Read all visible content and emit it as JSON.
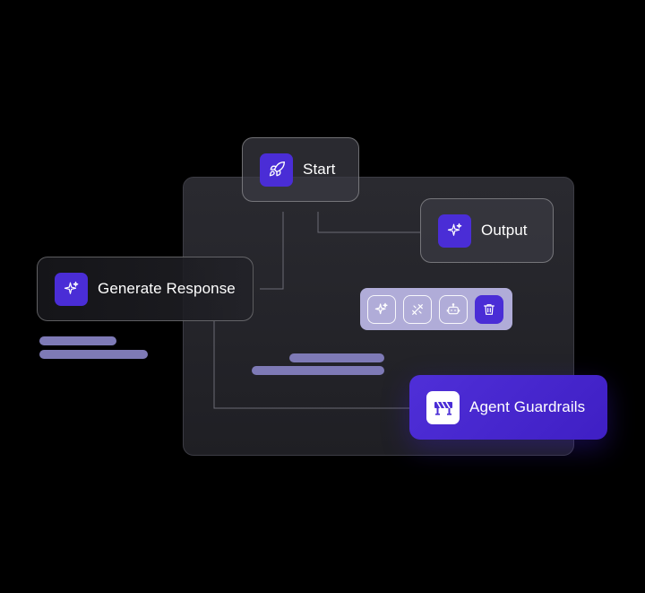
{
  "nodes": {
    "start": {
      "label": "Start",
      "icon": "rocket-icon"
    },
    "output": {
      "label": "Output",
      "icon": "sparkle-icon"
    },
    "generate": {
      "label": "Generate Response",
      "icon": "sparkle-icon"
    },
    "guardrails": {
      "label": "Agent Guardrails",
      "icon": "barrier-icon"
    }
  },
  "toolbar": {
    "buttons": [
      {
        "icon": "sparkle-icon",
        "active": false
      },
      {
        "icon": "edit-tools-icon",
        "active": false
      },
      {
        "icon": "robot-icon",
        "active": false
      },
      {
        "icon": "trash-icon",
        "active": true
      }
    ]
  },
  "colors": {
    "background": "#000000",
    "accent": "#4a2dd6",
    "toolbar": "#b0acd8",
    "placeholder_bar": "#7e7ab6"
  }
}
